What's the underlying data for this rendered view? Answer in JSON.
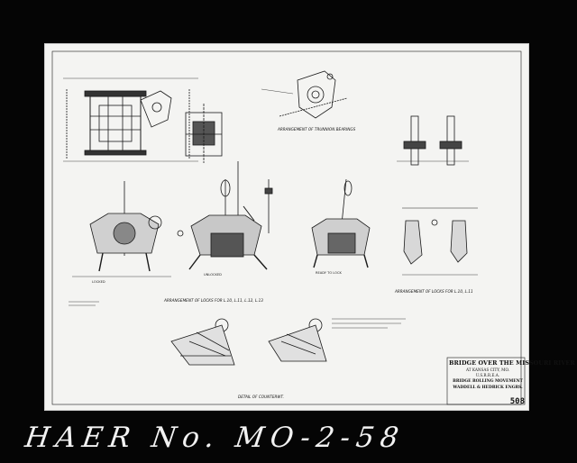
{
  "title_block": {
    "title": "BRIDGE OVER THE MISSOURI RIVER",
    "line1": "AT KANSAS CITY, MO.",
    "line2": "U.S.R.R.E.A.",
    "bold1": "BRIDGE ROLLING MOVEMENT",
    "bold2": "WADDELL & HEDRICK ENGRS.",
    "sheet_no": "508"
  },
  "captions": {
    "trunnion": "ARRANGEMENT OF TRUNNION BEARINGS",
    "locks_main": "ARRANGEMENT OF LOCKS FOR L.10, L.11, L.12, L.13",
    "locks_right": "ARRANGEMENT OF LOCKS FOR L.10, L.11",
    "detail_counterweight": "DETAIL OF COUNTERWT.",
    "locked": "LOCKED",
    "unlocked": "UNLOCKED",
    "ready": "READY TO LOCK"
  },
  "haer_number": "HAER No. MO-2-58"
}
